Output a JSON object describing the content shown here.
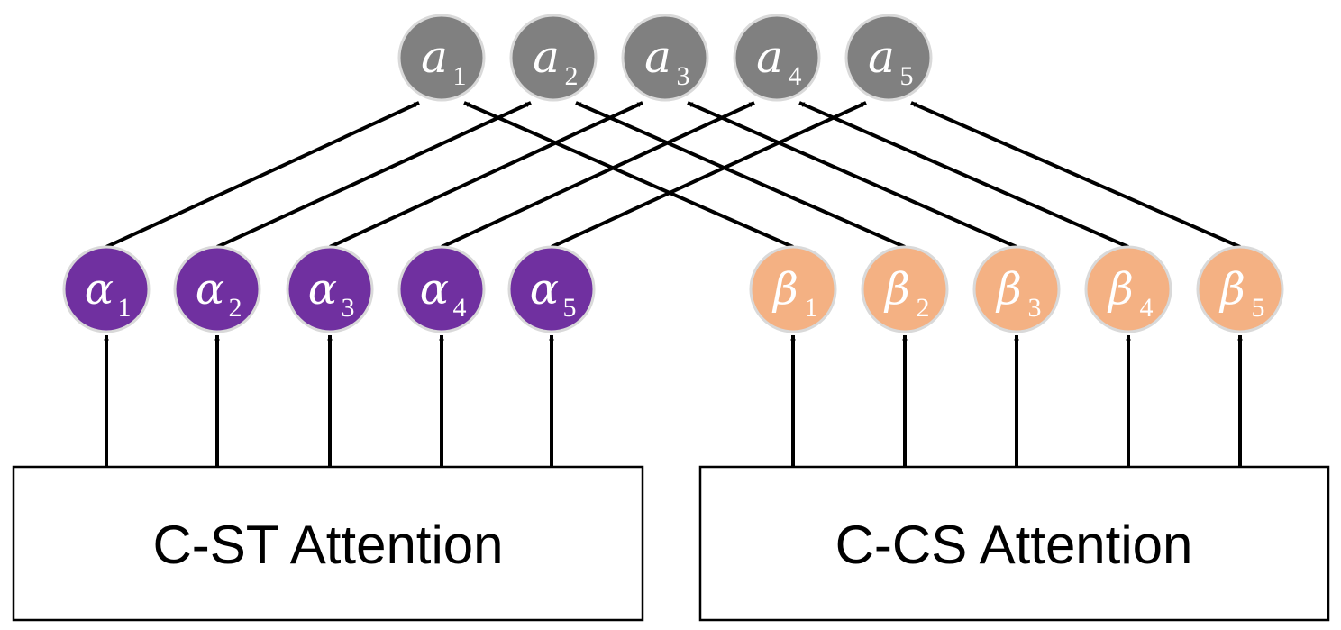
{
  "colors": {
    "output_node": "#808080",
    "alpha_node": "#7030a0",
    "beta_node": "#f4b183",
    "node_border": "#d9d9d9",
    "arrow": "#000000",
    "node_text": "#ffffff"
  },
  "boxes": {
    "left": {
      "label": "C-ST Attention"
    },
    "right": {
      "label": "C-CS Attention"
    }
  },
  "nodes": {
    "outputs": [
      {
        "symbol": "a",
        "sub": "1"
      },
      {
        "symbol": "a",
        "sub": "2"
      },
      {
        "symbol": "a",
        "sub": "3"
      },
      {
        "symbol": "a",
        "sub": "4"
      },
      {
        "symbol": "a",
        "sub": "5"
      }
    ],
    "alpha": [
      {
        "symbol": "α",
        "sub": "1"
      },
      {
        "symbol": "α",
        "sub": "2"
      },
      {
        "symbol": "α",
        "sub": "3"
      },
      {
        "symbol": "α",
        "sub": "4"
      },
      {
        "symbol": "α",
        "sub": "5"
      }
    ],
    "beta": [
      {
        "symbol": "β",
        "sub": "1"
      },
      {
        "symbol": "β",
        "sub": "2"
      },
      {
        "symbol": "β",
        "sub": "3"
      },
      {
        "symbol": "β",
        "sub": "4"
      },
      {
        "symbol": "β",
        "sub": "5"
      }
    ]
  }
}
